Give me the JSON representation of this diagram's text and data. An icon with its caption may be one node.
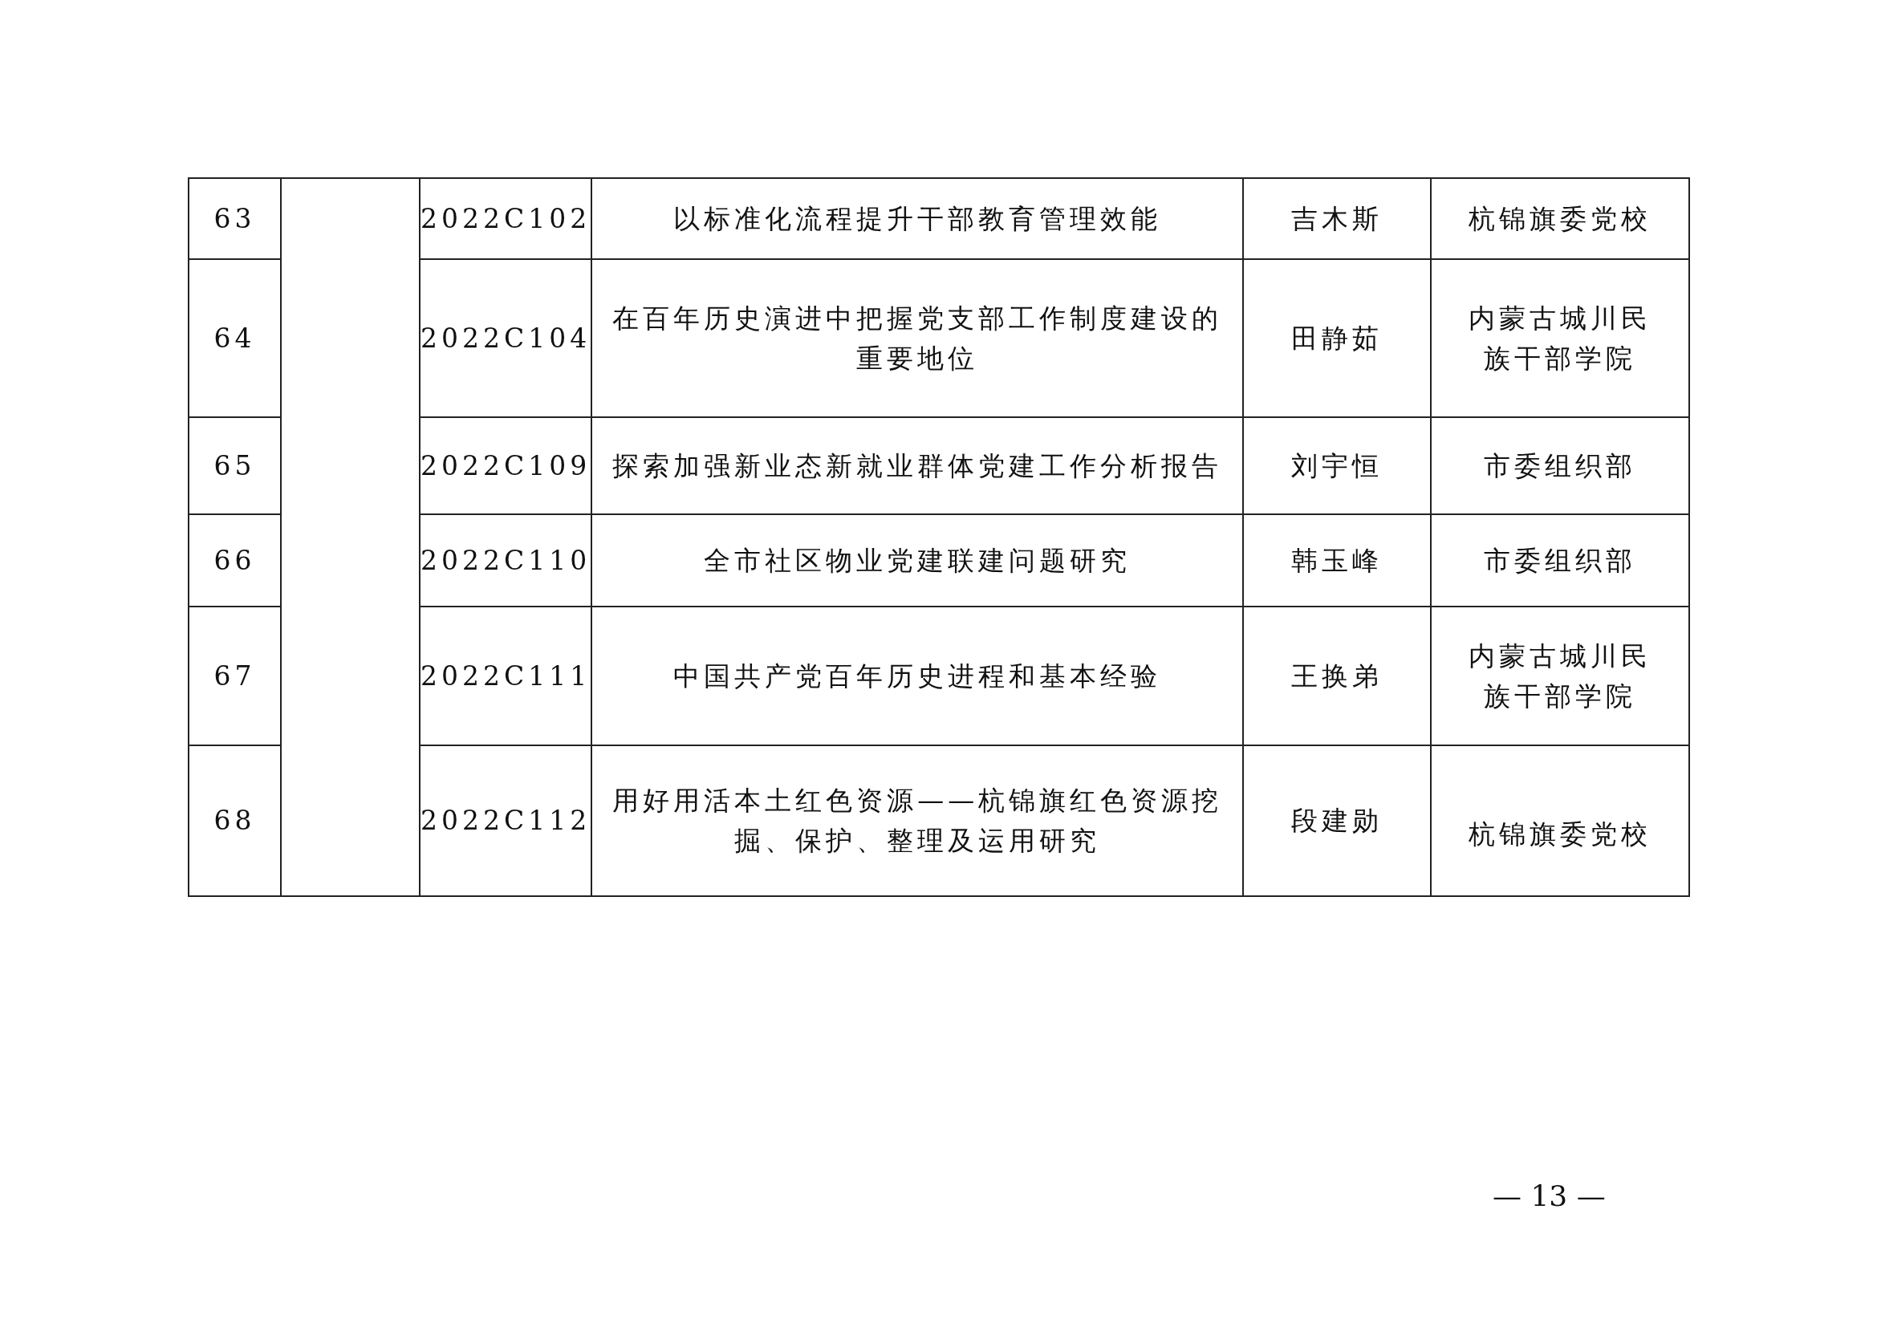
{
  "diagram": {
    "labels": [
      "63",
      "2022C102",
      "以标准化流程提升干部教育管理效能",
      "吉木斯",
      "杭锦旗委党校",
      "64",
      "2022C104",
      "在百年历史演进中把握党支部工作制度建设的重要地位",
      "田静茹",
      "内蒙古城川民族干部学院",
      "65",
      "2022C109",
      "探索加强新业态新就业群体党建工作分析报告",
      "刘宇恒",
      "市委组织部",
      "66",
      "2022C110",
      "全市社区物业党建联建问题研究",
      "韩玉峰",
      "市委组织部",
      "67",
      "2022C111",
      "中国共产党百年历史进程和基本经验",
      "王换弟",
      "内蒙古城川民族干部学院",
      "68",
      "2022C112",
      "用好用活本土红色资源——杭锦旗红色资源挖掘、保护、整理及运用研究",
      "段建勋",
      "杭锦旗委党校",
      "— 13 —"
    ]
  }
}
